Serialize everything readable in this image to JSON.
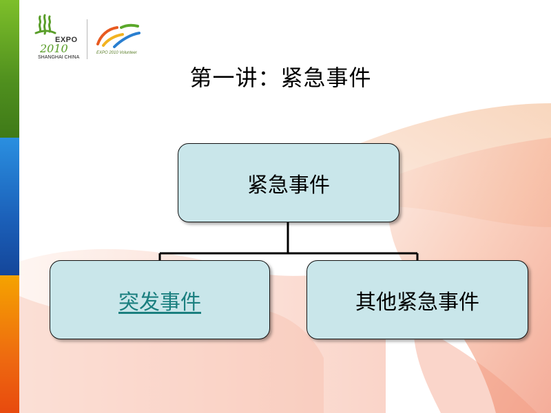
{
  "logos": {
    "expo_text": "EXPO",
    "expo_year_mark": "2010",
    "expo_sub": "SHANGHAI CHINA",
    "volunteer_text": "EXPO 2010 Volunteer"
  },
  "title": "第一讲：紧急事件",
  "chart": {
    "root": "紧急事件",
    "children": [
      {
        "label": "突发事件",
        "is_link": true
      },
      {
        "label": "其他紧急事件",
        "is_link": false
      }
    ]
  },
  "colors": {
    "box_fill": "#c9e6ea",
    "link": "#1a7f7f",
    "stripe_green": "#4f8f1e",
    "stripe_blue": "#1b5fb8",
    "stripe_orange": "#ee6a10"
  }
}
